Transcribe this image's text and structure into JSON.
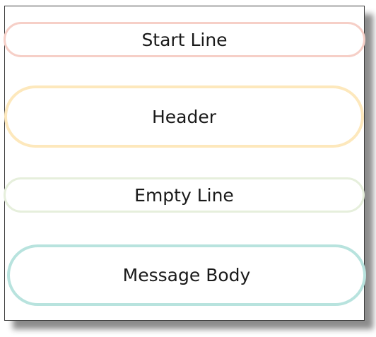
{
  "sections": {
    "start_line": {
      "label": "Start Line",
      "border_color": "#f6cfc7"
    },
    "header": {
      "label": "Header",
      "border_color": "#fde8bc"
    },
    "empty_line": {
      "label": "Empty Line",
      "border_color": "#e6efdc"
    },
    "message_body": {
      "label": "Message Body",
      "border_color": "#b8e3de"
    }
  }
}
